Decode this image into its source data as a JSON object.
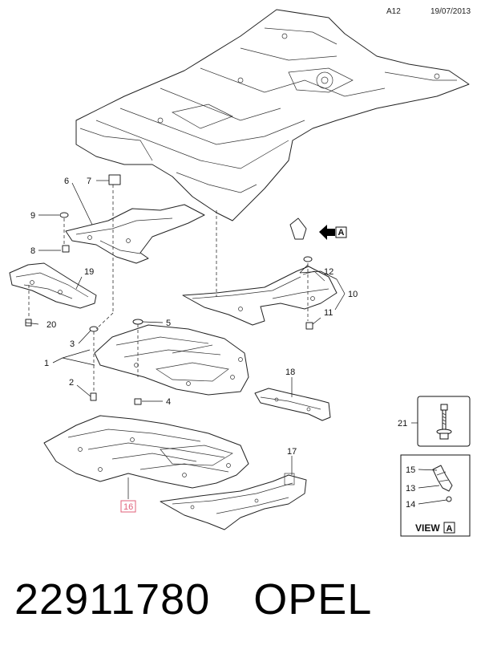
{
  "header": {
    "page_code": "A12",
    "date": "19/07/2013"
  },
  "callouts": {
    "c1": "1",
    "c2": "2",
    "c3": "3",
    "c4": "4",
    "c5": "5",
    "c6": "6",
    "c7": "7",
    "c8": "8",
    "c9": "9",
    "c10": "10",
    "c11": "11",
    "c12": "12",
    "c16": "16",
    "c17": "17",
    "c18": "18",
    "c19": "19",
    "c20": "20",
    "c21": "21"
  },
  "view_ref": "A",
  "inset": {
    "c13": "13",
    "c14": "14",
    "c15": "15",
    "view_label": "VIEW",
    "view_letter": "A"
  },
  "footer": {
    "part_number": "22911780",
    "brand": "OPEL"
  },
  "colors": {
    "highlight": "#e0607a",
    "line": "#222222"
  }
}
